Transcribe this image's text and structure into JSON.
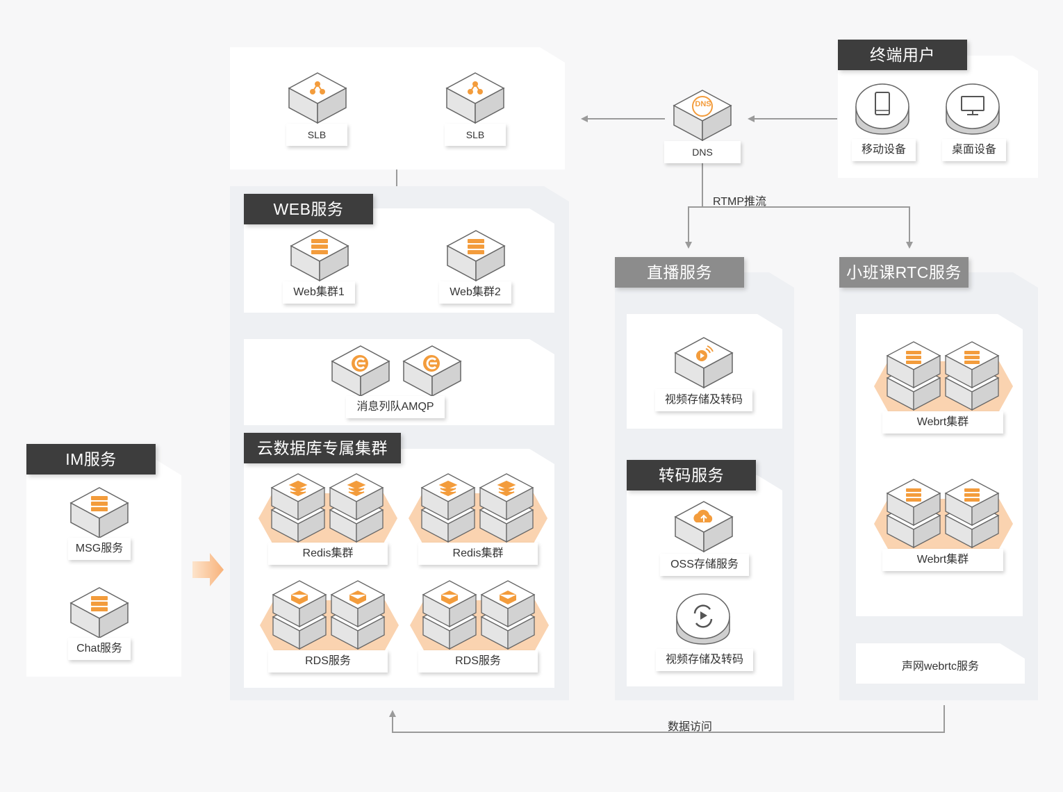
{
  "colors": {
    "accent": "#f39c3c",
    "accent_light": "#fad3b0",
    "header_dark": "#3d3d3d",
    "header_light": "#8c8c8c",
    "line": "#9a9a9a"
  },
  "slb": {
    "left_label": "SLB",
    "right_label": "SLB"
  },
  "dns": {
    "label": "DNS",
    "icon_text": "DNS"
  },
  "end_users": {
    "title": "终端用户",
    "mobile_label": "移动设备",
    "desktop_label": "桌面设备"
  },
  "web": {
    "title": "WEB服务",
    "cluster1_label": "Web集群1",
    "cluster2_label": "Web集群2",
    "mq_label": "消息列队AMQP"
  },
  "db": {
    "title": "云数据库专属集群",
    "redis1_label": "Redis集群",
    "redis2_label": "Redis集群",
    "rds1_label": "RDS服务",
    "rds2_label": "RDS服务"
  },
  "im": {
    "title": "IM服务",
    "msg_label": "MSG服务",
    "chat_label": "Chat服务"
  },
  "live": {
    "title": "直播服务",
    "video_label": "视频存储及转码"
  },
  "transcode": {
    "title": "转码服务",
    "oss_label": "OSS存储服务",
    "video_label": "视频存储及转码"
  },
  "rtc": {
    "title": "小班课RTC服务",
    "cluster1_label": "Webrt集群",
    "cluster2_label": "Webrt集群",
    "agora_label": "声网webrtc服务"
  },
  "flows": {
    "rtmp_label": "RTMP推流",
    "data_access_label": "数据访问"
  }
}
